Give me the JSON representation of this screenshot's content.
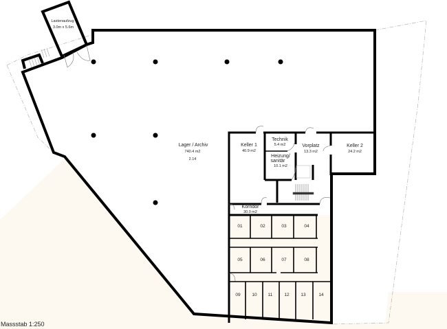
{
  "title": "Floor plan",
  "scale_label": "Massstab 1:250",
  "colors": {
    "wall": "#000000",
    "ground": "#fdf9f0",
    "storage": "#fdf9f0"
  },
  "rooms": {
    "lift": {
      "name": "Lastenaufzug",
      "size": "3.0m x 5.6m"
    },
    "lager": {
      "name": "Lager / Archiv",
      "area": "740.4 m2",
      "code": "2.14"
    },
    "keller1": {
      "name": "Keller 1",
      "area": "40.9 m2"
    },
    "technik": {
      "name": "Technik",
      "area": "5.4 m2"
    },
    "heizung": {
      "name": "Heizung/ sanitär",
      "area": "10.1 m2"
    },
    "vorplatz": {
      "name": "Vorplatz",
      "area": "13.3 m2"
    },
    "keller2": {
      "name": "Keller 2",
      "area": "24.2 m2"
    },
    "korridor": {
      "name": "Korridor",
      "area": "30.0 m2"
    }
  },
  "compartments": [
    "01",
    "02",
    "03",
    "04",
    "05",
    "06",
    "07",
    "08",
    "09",
    "10",
    "11",
    "12",
    "13",
    "14"
  ]
}
